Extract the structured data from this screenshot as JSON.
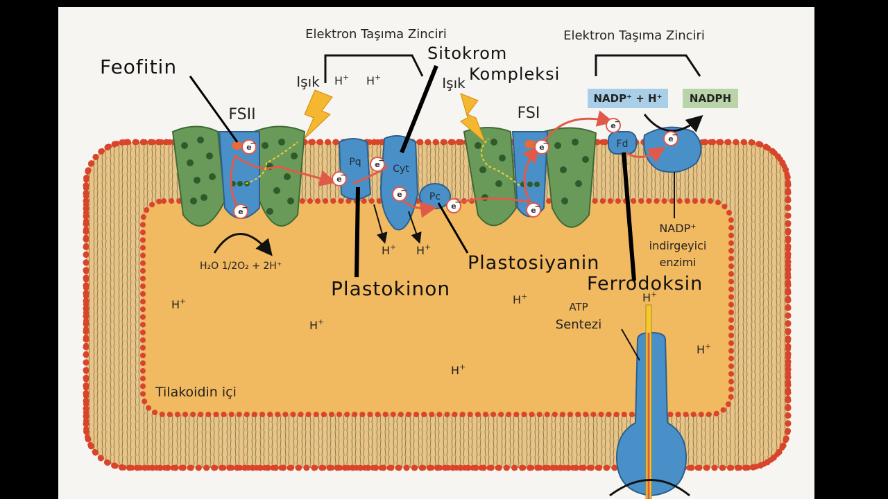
{
  "labels": {
    "etc_left": "Elektron Taşıma Zinciri",
    "etc_right": "Elektron Taşıma Zinciri",
    "light_left": "Işık",
    "light_right": "Işık",
    "h_plus": "H",
    "plus": "+",
    "fsii": "FSII",
    "fsi": "FSI",
    "pq": "Pq",
    "cyt": "Cyt",
    "pc": "Pc",
    "fd": "Fd",
    "electron": "e",
    "minus": "−",
    "nadp_box": "NADP⁺ + H⁺",
    "nadph_box": "NADPH",
    "nadp_enzyme_line1": "NADP⁺",
    "nadp_enzyme_line2": "indirgeyici",
    "nadp_enzyme_line3": "enzimi",
    "atp_line1": "ATP",
    "atp_line2": "Sentezi",
    "thylakoid_inside": "Tilakoidin içi",
    "water_reaction": "H₂O  1/2O₂ + 2H⁺"
  },
  "handwritten": {
    "feofitin": "Feofitin",
    "sitokrom": "Sitokrom",
    "kompleksi": "Kompleksi",
    "plastokinon": "Plastokinon",
    "plastosiyanin": "Plastosiyanin",
    "ferrodoksin": "Ferrodoksin"
  },
  "colors": {
    "membrane_head": "#d9452b",
    "membrane_tail": "#8a7a4a",
    "lumen": "#f1b960",
    "membrane_band": "#e8c488",
    "protein_blue": "#4a90c8",
    "protein_green": "#6a9a5a",
    "green_dot": "#2f5a2a",
    "arrow_red": "#e05a4a",
    "light_yellow": "#f5b630",
    "nadp_box_fill": "#a9cfe8",
    "nadph_box_fill": "#b8d4a8"
  }
}
